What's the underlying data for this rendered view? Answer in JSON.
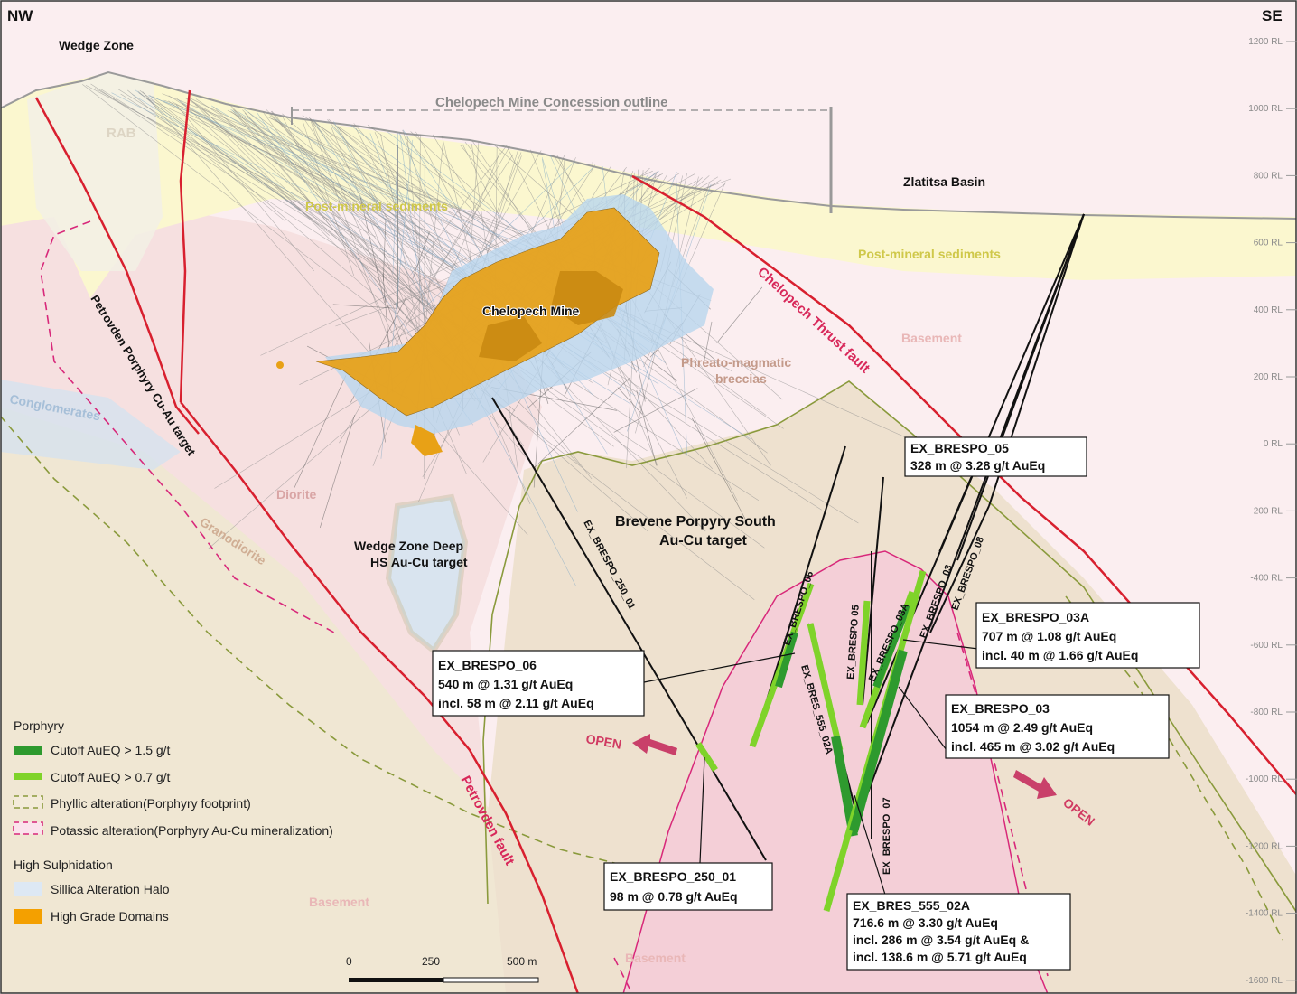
{
  "corners": {
    "left": "NW",
    "right": "SE"
  },
  "rl_ticks": [
    "1200 RL",
    "1000 RL",
    "800 RL",
    "600 RL",
    "400 RL",
    "200 RL",
    "0 RL",
    "-200 RL",
    "-400 RL",
    "-600 RL",
    "-800 RL",
    "-1000 RL",
    "-1200 RL",
    "-1400 RL",
    "-1600 RL"
  ],
  "labels": {
    "wedge_zone": "Wedge Zone",
    "concession": "Chelopech Mine Concession outline",
    "rab": "RAB",
    "post_mineral_1": "Post-mineral sediments",
    "post_mineral_2": "Post-mineral sediments",
    "zlatitsa": "Zlatitsa Basin",
    "chelopech_mine": "Chelopech Mine",
    "phreato_1": "Phreato-magmatic",
    "phreato_2": "breccias",
    "basement_1": "Basement",
    "basement_2": "Basement",
    "basement_3": "Basement",
    "conglomerates": "Conglomerates",
    "diorite": "Diorite",
    "granodiorite": "Granodiorite",
    "wedge_deep_1": "Wedge Zone Deep",
    "wedge_deep_2": "HS Au-Cu target",
    "brevene_1": "Brevene Porpyry South",
    "brevene_2": "Au-Cu target",
    "petrovden_target": "Petrovden Porphyry Cu-Au target",
    "chelopech_thrust": "Chelopech Thrust fault",
    "petrovden_fault": "Petrovden fault",
    "open_left": "OPEN",
    "open_right": "OPEN"
  },
  "holes": {
    "h250": "EX_BRESPO_250_01",
    "h06": "EX_BRESPO_06",
    "h05": "EX_BRESPO 05",
    "h03a": "EX_BRESPO_03A",
    "h03": "EX_BRESPO_03",
    "h08": "EX_BRESPO_08",
    "h555": "EX_BRES_555_02A",
    "h07": "EX_BRESPO_07"
  },
  "boxes": {
    "b05": {
      "title": "EX_BRESPO_05",
      "l1": "328 m @ 3.28 g/t AuEq"
    },
    "b03a": {
      "title": "EX_BRESPO_03A",
      "l1": "707 m @ 1.08 g/t AuEq",
      "l2": "incl. 40 m @ 1.66 g/t AuEq"
    },
    "b06": {
      "title": "EX_BRESPO_06",
      "l1": "540 m @ 1.31 g/t AuEq",
      "l2": "incl. 58 m @ 2.11 g/t AuEq"
    },
    "b03": {
      "title": "EX_BRESPO_03",
      "l1": "1054 m @ 2.49 g/t AuEq",
      "l2": "incl. 465 m @ 3.02 g/t AuEq"
    },
    "b250": {
      "title": "EX_BRESPO_250_01",
      "l1": "98 m @ 0.78 g/t AuEq"
    },
    "b555": {
      "title": "EX_BRES_555_02A",
      "l1": "716.6 m @ 3.30 g/t AuEq",
      "l2": "incl. 286 m @ 3.54 g/t AuEq &",
      "l3": "incl. 138.6 m @ 5.71 g/t AuEq"
    }
  },
  "legend": {
    "porphyry": "Porphyry",
    "cut15": "Cutoff AuEQ > 1.5 g/t",
    "cut07": "Cutoff AuEQ > 0.7 g/t",
    "phyllic": "Phyllic alteration(Porphyry footprint)",
    "potassic": "Potassic alteration(Porphyry Au-Cu mineralization)",
    "hs": "High Sulphidation",
    "silica": "Sillica Alteration Halo",
    "hgd": "High Grade Domains"
  },
  "scale": {
    "t0": "0",
    "t1": "250",
    "t2": "500 m"
  },
  "colors": {
    "dark_green": "#2e9a2e",
    "light_green": "#7fd32a",
    "fault_red": "#d8202f",
    "high_grade": "#e8a116",
    "silica": "#b9d6ee",
    "phyllic": "#8a9a3c",
    "potassic": "#d8287a"
  }
}
